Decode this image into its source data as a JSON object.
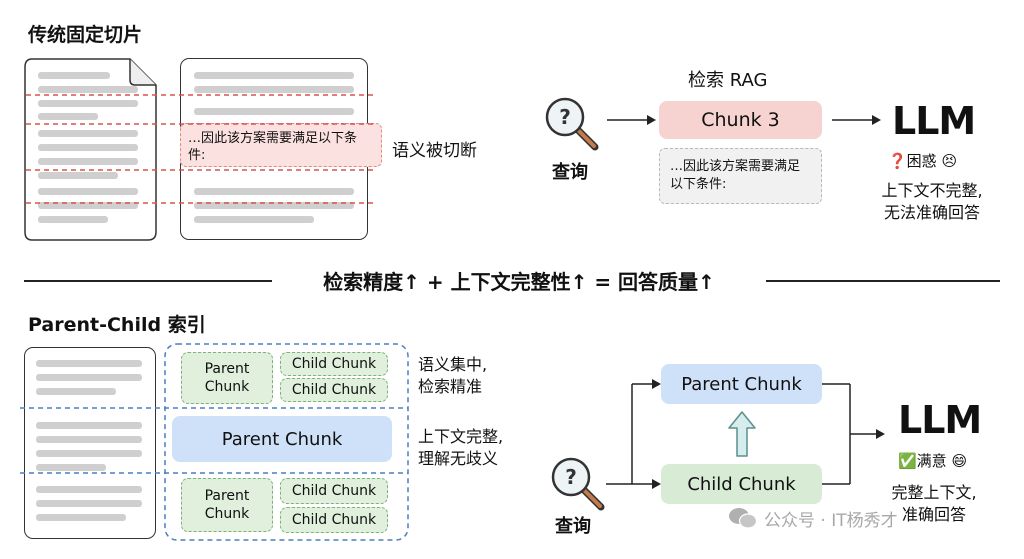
{
  "top": {
    "title": "传统固定切片",
    "cut_excerpt": "…因此该方案需要满足以下条件:",
    "cut_label": "语义被切断",
    "retrieval_label": "检索 RAG",
    "query_label": "查询",
    "chunk_label": "Chunk 3",
    "retrieved_text": "…因此该方案需要满足以下条件:",
    "llm_label": "LLM",
    "status": "❓困惑 😣",
    "result_line1": "上下文不完整,",
    "result_line2": "无法准确回答"
  },
  "divider": {
    "text": "检索精度↑ + 上下文完整性↑ = 回答质量↑"
  },
  "bottom": {
    "title": "Parent-Child 索引",
    "parent_small_1": "Parent Chunk",
    "child_1": "Child Chunk",
    "child_2": "Child Chunk",
    "parent_big": "Parent Chunk",
    "parent_small_2": "Parent Chunk",
    "child_3": "Child Chunk",
    "child_4": "Child Chunk",
    "note1_line1": "语义集中,",
    "note1_line2": "检索精准",
    "note2_line1": "上下文完整,",
    "note2_line2": "理解无歧义",
    "query_label": "查询",
    "flow_parent": "Parent Chunk",
    "flow_child": "Child Chunk",
    "llm_label": "LLM",
    "status": "✅满意 😄",
    "result_line1": "完整上下文,",
    "result_line2": "准确回答"
  },
  "watermark": "公众号 · IT杨秀才"
}
